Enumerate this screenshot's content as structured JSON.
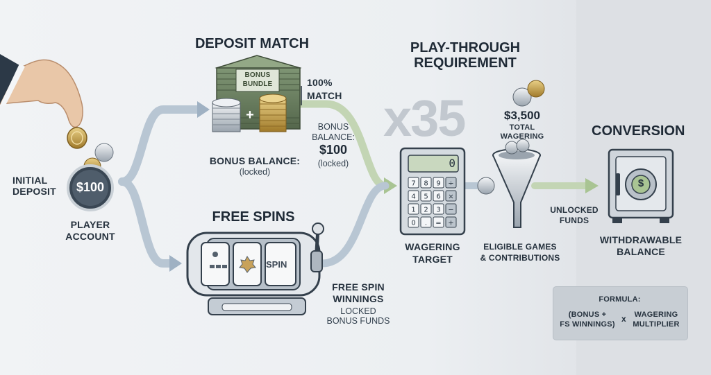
{
  "titles": {
    "deposit_match": "DEPOSIT MATCH",
    "play_through": "PLAY-THROUGH\nREQUIREMENT",
    "free_spins": "FREE SPINS",
    "conversion": "CONVERSION"
  },
  "initial": {
    "label": "INITIAL\nDEPOSIT",
    "amount": "$100",
    "account_label": "PLAYER\nACCOUNT"
  },
  "deposit_match": {
    "bundle_label": "BONUS\nBUNDLE",
    "plus": "+",
    "match_pct": "100%\nMATCH",
    "bonus_balance_label": "BONUS BALANCE:",
    "bonus_balance_state": "(locked)",
    "side_balance_label": "BONUS\nBALANCE:",
    "side_balance_amount": "$100",
    "side_balance_state": "(locked)"
  },
  "free_spins": {
    "reel_text": "SPIN",
    "winnings_label": "FREE SPIN\nWINNINGS",
    "winnings_note": "LOCKED\nBONUS FUNDS"
  },
  "play_through": {
    "multiplier": "x35",
    "calc_display": "0",
    "calc_keys": [
      "7",
      "8",
      "9",
      "÷",
      "4",
      "5",
      "6",
      "×",
      "1",
      "2",
      "3",
      "−",
      "0",
      ".",
      "=",
      "+"
    ],
    "wagering_target": "WAGERING\nTARGET",
    "total_amount": "$3,500",
    "total_label": "TOTAL\nWAGERING",
    "eligible": "ELIGIBLE GAMES\n& CONTRIBUTIONS"
  },
  "conversion": {
    "unlocked": "UNLOCKED\nFUNDS",
    "safe_symbol": "$",
    "withdrawable": "WITHDRAWABLE\nBALANCE"
  },
  "formula": {
    "title": "FORMULA:",
    "left": "(BONUS +\nFS WINNINGS)",
    "times": "x",
    "right": "WAGERING\nMULTIPLIER"
  },
  "colors": {
    "arrow_blue": "#aebdcc",
    "arrow_green": "#b9cfa8",
    "dark": "#26323e",
    "coin_gold": "#c9a24a"
  }
}
